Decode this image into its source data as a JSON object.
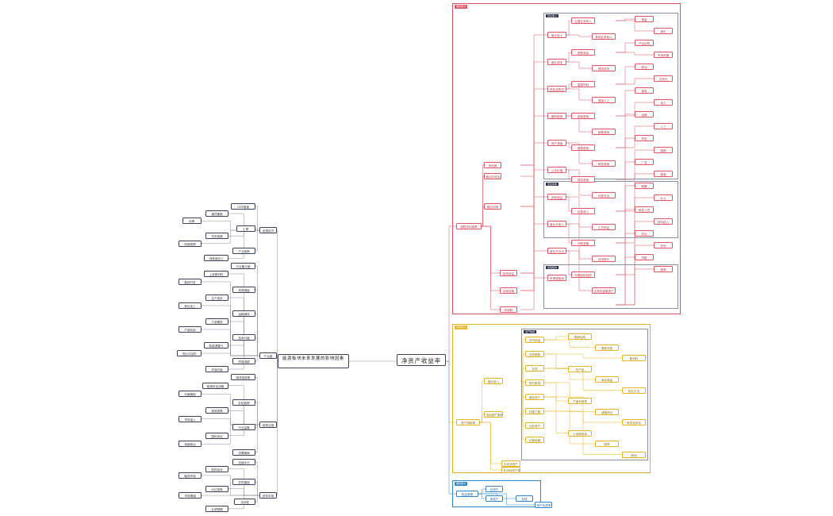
{
  "colors": {
    "left_branch": "#3a3f5c",
    "red_region": "#e05260",
    "yellow_region": "#e8b321",
    "blue_region": "#2e86c8",
    "connector": "#9aa0b4"
  },
  "root": {
    "label": "净资产收益率"
  },
  "left_root": {
    "label": "能源板块未来发展的影响因素"
  },
  "left_groups": [
    {
      "label": "宏观经济",
      "children": [
        "GDP增速",
        "通货膨胀",
        "利率",
        "汇率",
        "货币政策",
        "财政政策",
        "产业政策",
        "消费者信心"
      ]
    },
    {
      "label": "产业链",
      "children": [
        "行业集中度",
        "上游原材料",
        "勘探开发",
        "资源储量",
        "生产成本",
        "炼化加工",
        "运输储存",
        "下游需求",
        "产能利用",
        "技术升级",
        "新能源替代",
        "进出口结构",
        "终端消费",
        "环保约束"
      ]
    },
    {
      "label": "政策法规",
      "children": [
        "碳排放政策",
        "能源安全战略",
        "价格管制",
        "补贴政策",
        "税收政策",
        "市场准入",
        "行业监管",
        "国际协议",
        "地缘政治",
        "供需格局"
      ]
    },
    {
      "label": "资本市场",
      "children": [
        "估值水平",
        "机构持仓",
        "融资环境",
        "并购重组",
        "分红政策",
        "市场情绪",
        "流动性",
        "业绩预期"
      ]
    }
  ],
  "red_region": {
    "tag": "盈利能力",
    "main": "销售净利润率",
    "inner_tags": [
      "营业收入",
      "营业成本",
      "费用结构"
    ],
    "level1": [
      "净利润",
      "利润总额",
      "营业利润",
      "投资收益",
      "营业外收支",
      "所得税"
    ],
    "level2": [
      "营业收入",
      "营业成本",
      "税金及附加",
      "期间费用",
      "资产减值",
      "公允价值",
      "其他收益",
      "营业外收入",
      "营业外支出",
      "所得税费用"
    ],
    "level3": [
      "主营业务收入",
      "其他业务收入",
      "销售商品",
      "提供劳务",
      "直接材料",
      "直接人工",
      "制造费用",
      "销售费用",
      "管理费用",
      "研发费用",
      "财务费用",
      "利息支出",
      "利息收入",
      "汇兑损益",
      "坏账准备",
      "存货跌价",
      "长期股权投资",
      "交易性金融资产"
    ],
    "level4": [
      "销量",
      "单价",
      "产品结构",
      "市场份额",
      "原油",
      "天然气",
      "煤炭",
      "电力",
      "运输",
      "人工",
      "折旧",
      "摊销",
      "广告",
      "渠道",
      "薪酬",
      "办公",
      "研发人员",
      "材料投入",
      "外包",
      "专利",
      "贷款",
      "债券"
    ]
  },
  "yellow_region": {
    "tag": "营运能力",
    "main": "资产周转率",
    "inner_tag": "资产构成",
    "level1": [
      "营业收入",
      "平均总资产",
      "流动资产周转",
      "非流动资产周转"
    ],
    "level2": [
      "货币资金",
      "应收账款",
      "存货",
      "预付款项",
      "固定资产",
      "在建工程",
      "无形资产",
      "长期待摊"
    ],
    "level3": [
      "账龄结构",
      "周转天数",
      "原材料",
      "在产品",
      "库存商品",
      "折旧方法",
      "产能利用率",
      "减值测试",
      "研发资本化",
      "土地使用权",
      "商誉",
      "其他"
    ]
  },
  "blue_region": {
    "tag": "偿债能力",
    "main": "权益乘数",
    "children": [
      "总资产",
      "净资产",
      "负债",
      "资产负债率"
    ]
  }
}
